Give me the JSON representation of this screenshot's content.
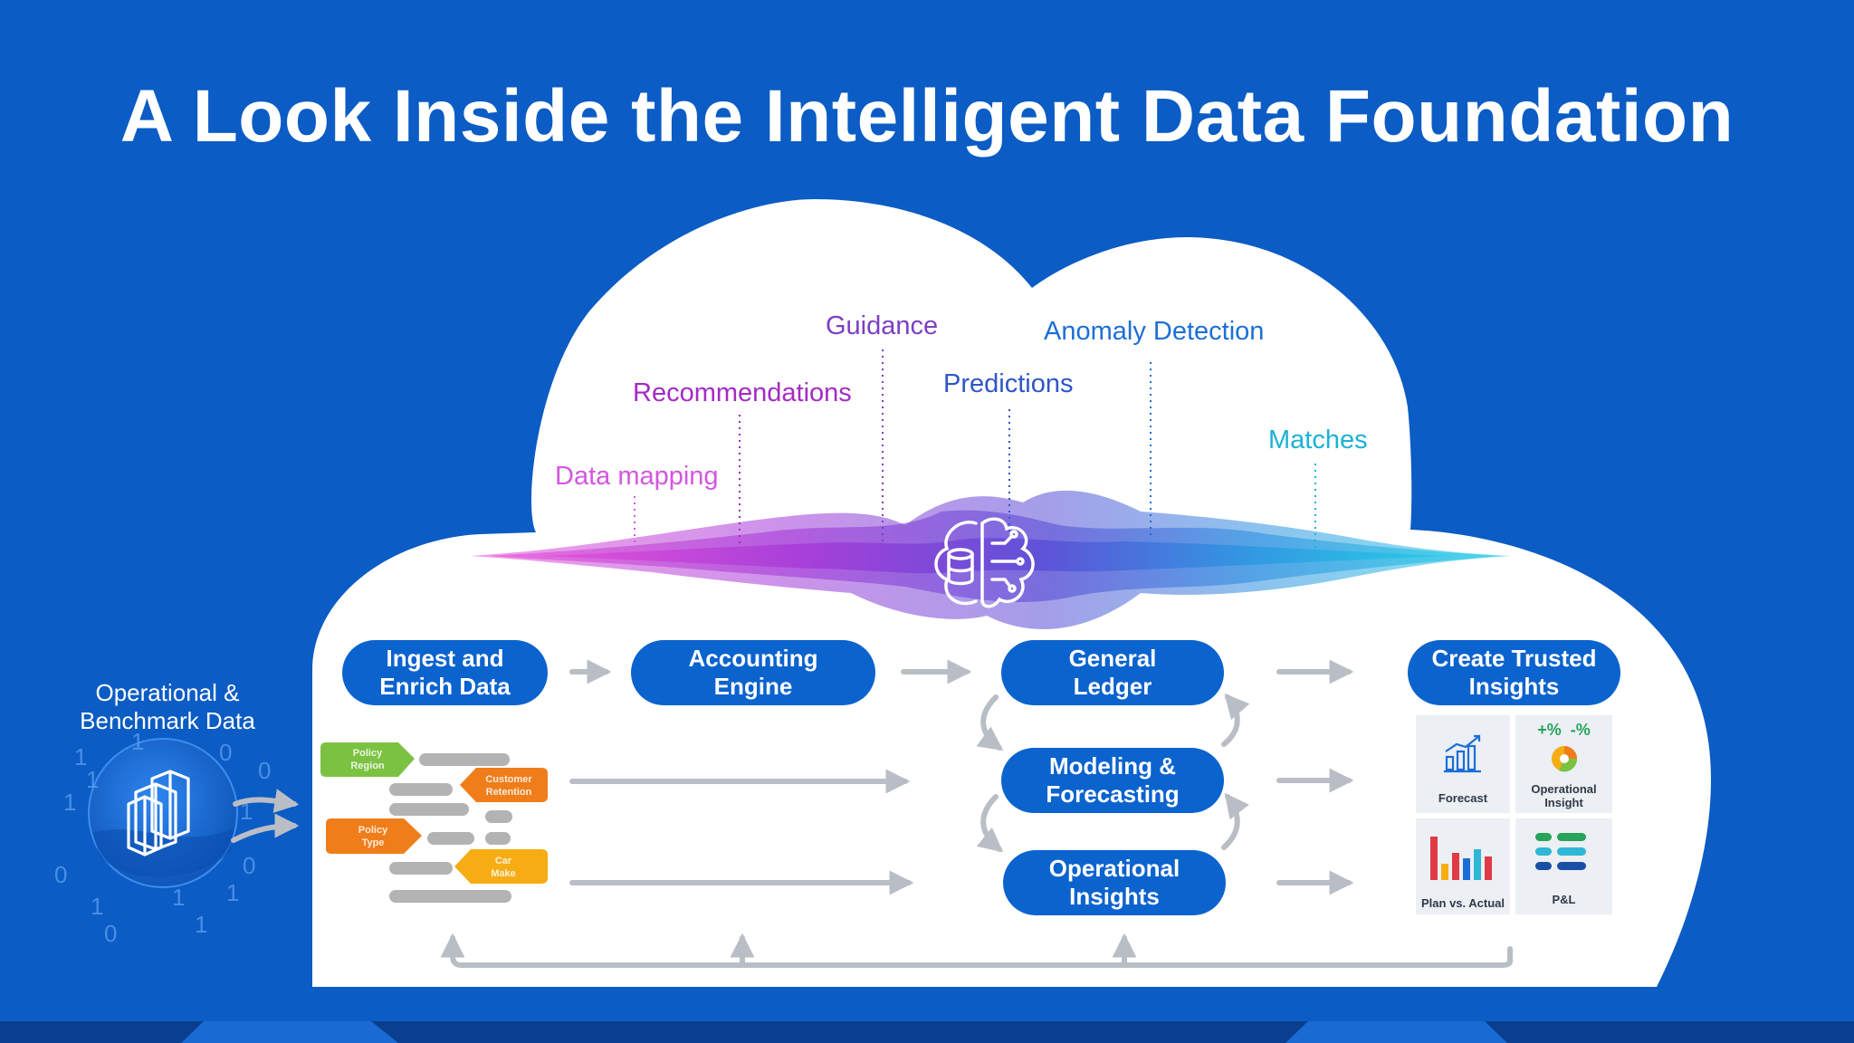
{
  "title": "A Look Inside the Intelligent Data Foundation",
  "ai_terms": [
    {
      "text": "Data mapping",
      "color": "#d257e0"
    },
    {
      "text": "Recommendations",
      "color": "#a32bc4"
    },
    {
      "text": "Guidance",
      "color": "#7b3fc4"
    },
    {
      "text": "Predictions",
      "color": "#2f55c8"
    },
    {
      "text": "Anomaly Detection",
      "color": "#1c6fd6"
    },
    {
      "text": "Matches",
      "color": "#1cb1d6"
    }
  ],
  "source": {
    "label": "Operational &\nBenchmark Data",
    "icon": "buildings-icon",
    "digits": [
      "1",
      "0",
      "1",
      "1",
      "0",
      "0",
      "1",
      "1",
      "0",
      "1",
      "1",
      "0",
      "1",
      "1"
    ]
  },
  "stages": {
    "ingest": "Ingest and\nEnrich Data",
    "accounting": "Accounting\nEngine",
    "ledger": "General\nLedger",
    "modeling": "Modeling &\nForecasting",
    "operational": "Operational\nInsights",
    "trusted": "Create Trusted\nInsights"
  },
  "mapping_tags": [
    {
      "text": "Policy\nRegion",
      "color": "#7cc242"
    },
    {
      "text": "Customer\nRetention",
      "color": "#ef7d1a"
    },
    {
      "text": "Policy\nType",
      "color": "#ef7d1a"
    },
    {
      "text": "Car\nMake",
      "color": "#f6ad14"
    }
  ],
  "insight_tiles": [
    {
      "label": "Forecast",
      "icon": "trend-chart-icon"
    },
    {
      "label": "Operational\nInsight",
      "icon": "percent-pie-icon",
      "badge": "+%  -%"
    },
    {
      "label": "Plan vs. Actual",
      "icon": "bar-chart-icon"
    },
    {
      "label": "P&L",
      "icon": "list-icon"
    }
  ],
  "center_icon": "ai-brain-database-icon",
  "colors": {
    "background": "#0b5cc4",
    "pill": "#0b63ce",
    "arrow": "#b9bec6",
    "wave_start": "#e64dd8",
    "wave_mid": "#6a4fd8",
    "wave_end": "#1fc6e0"
  }
}
